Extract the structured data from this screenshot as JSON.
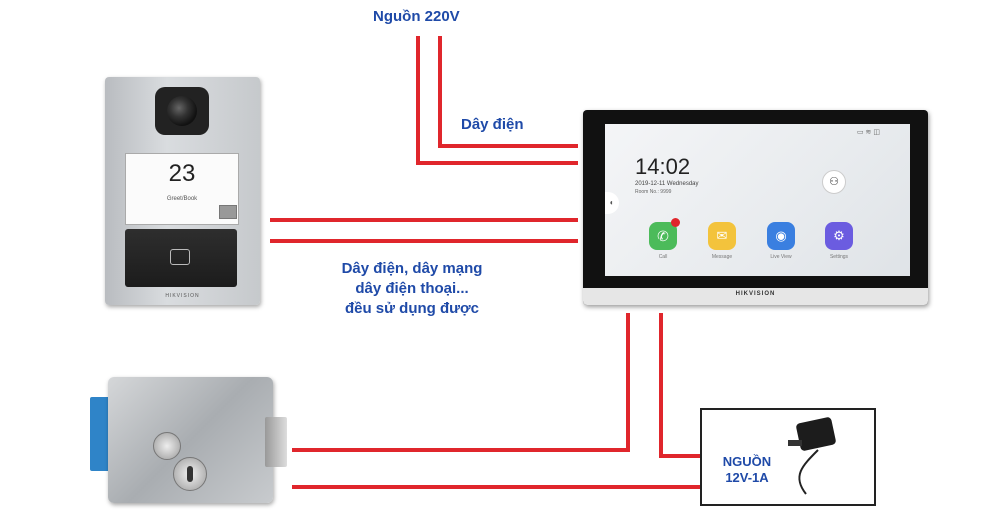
{
  "labels": {
    "power_220": "Nguồn 220V",
    "wire": "Dây điện",
    "note_line1": "Dây điện, dây mạng",
    "note_line2": "dây điện thoại...",
    "note_line3": "đều sử dụng được",
    "adapter_line1": "NGUỒN",
    "adapter_line2": "12V-1A"
  },
  "door_station": {
    "room_number": "23",
    "sub_text": "Greet/Book",
    "brand": "HIKVISION"
  },
  "monitor": {
    "time": "14:02",
    "date": "2019-12-11  Wednesday",
    "room": "Room No.: 9999",
    "brand": "HIKVISION",
    "apps": [
      {
        "label": "Call",
        "color": "#4cbb5a",
        "icon": "phone-icon"
      },
      {
        "label": "Message",
        "color": "#f3c33c",
        "icon": "envelope-icon"
      },
      {
        "label": "Live View",
        "color": "#3a7fe0",
        "icon": "eye-icon"
      },
      {
        "label": "Settings",
        "color": "#6b5ce0",
        "icon": "gear-icon"
      }
    ]
  },
  "colors": {
    "wire": "#e0262c",
    "label": "#1f4aa8"
  }
}
